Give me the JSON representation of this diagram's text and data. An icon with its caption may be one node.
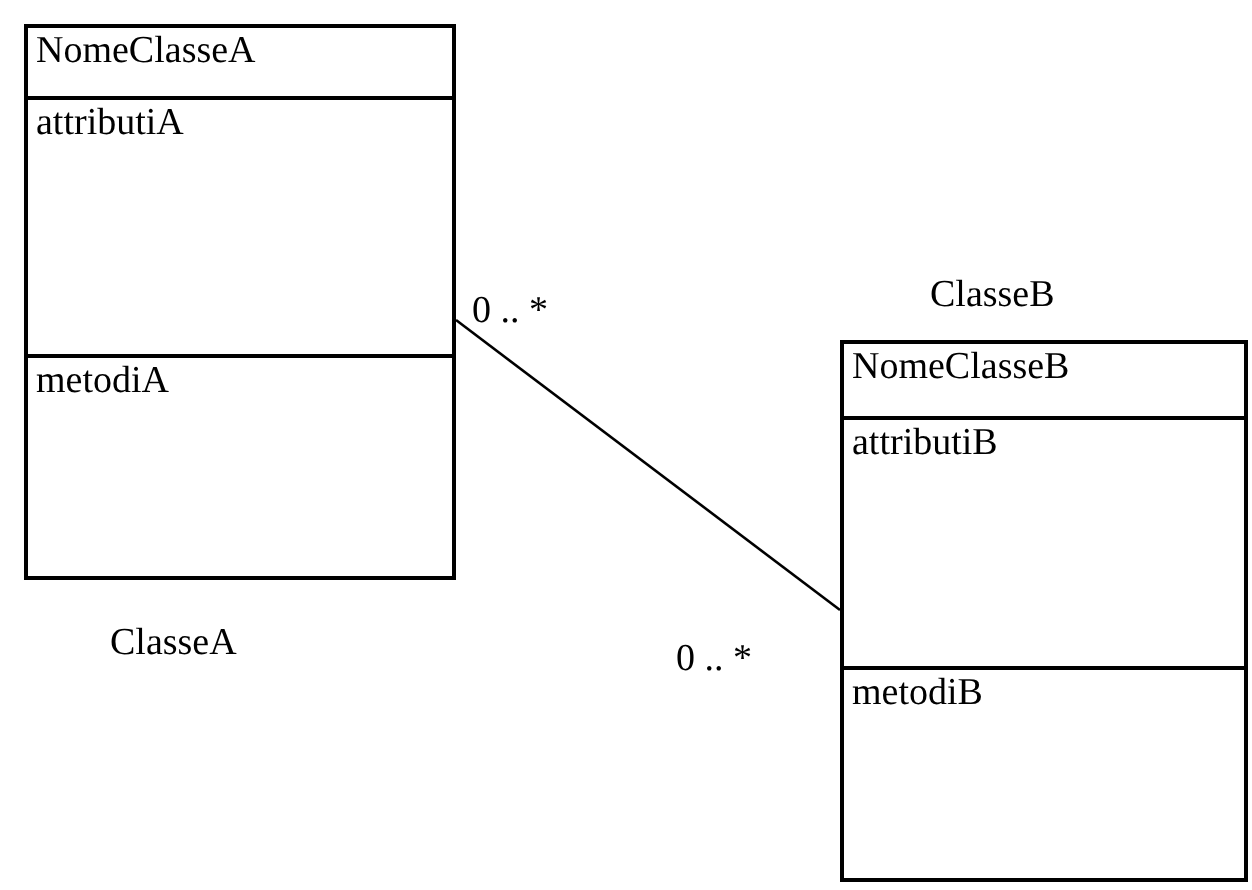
{
  "diagram": {
    "nodes": [
      {
        "text": [
          "NomeClasseA",
          "attributiA",
          "metodiA"
        ],
        "beside": [
          "ClasseA"
        ]
      },
      {
        "text": [
          "NomeClasseB",
          "attributiB",
          "metodiB"
        ],
        "beside": [
          "ClasseB"
        ]
      }
    ],
    "edges": [
      {
        "from": 0,
        "to": 1,
        "arrow": "none"
      }
    ],
    "labels": [
      "0 .. *",
      "0 .. *"
    ]
  }
}
